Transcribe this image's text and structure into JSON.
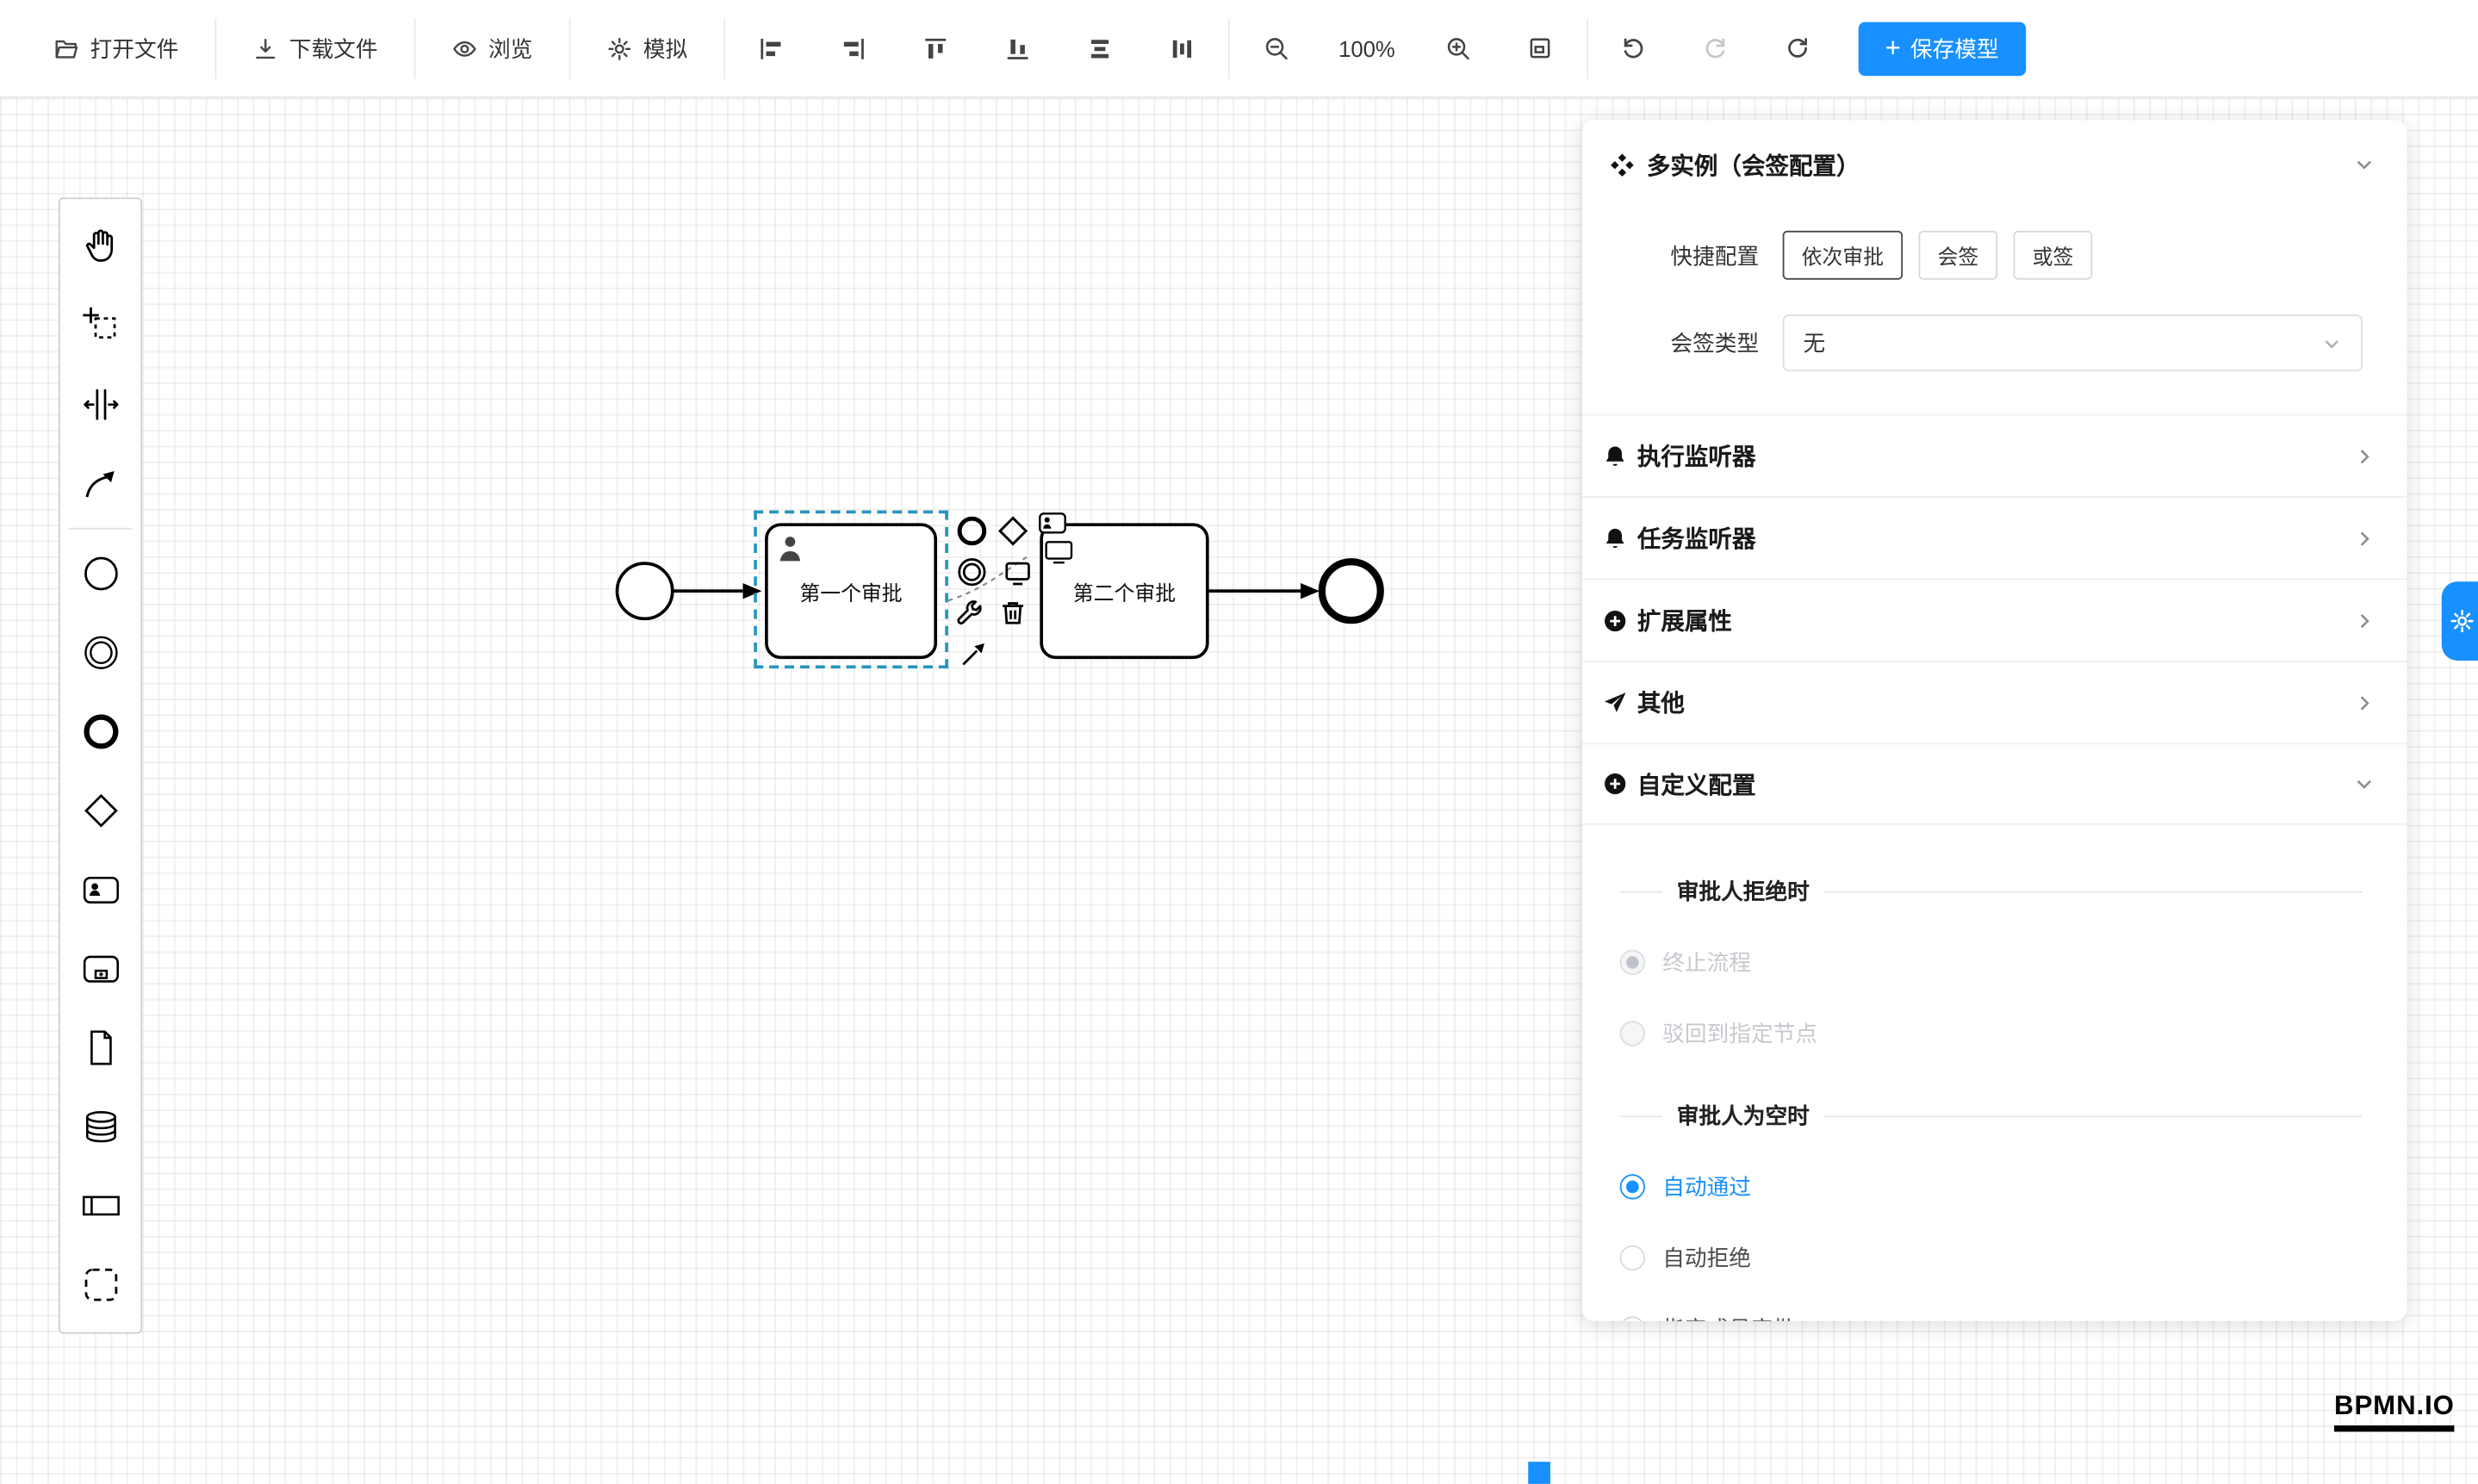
{
  "app": {
    "watermark": "BPMN.IO"
  },
  "colors": {
    "accent": "#1890ff",
    "selection": "#2596be",
    "grid": "#ececec"
  },
  "toolbar": {
    "open_file": "打开文件",
    "download_file": "下载文件",
    "preview": "浏览",
    "simulate": "模拟",
    "zoom_level": "100%",
    "save_plus": "+",
    "save_model": "保存模型",
    "icons": [
      "folder-open",
      "download",
      "eye",
      "gear",
      "align-left",
      "align-right",
      "align-top",
      "align-bottom",
      "distribute-rows",
      "distribute-columns",
      "zoom-out",
      "zoom-in",
      "fit-viewport",
      "undo",
      "redo",
      "refresh"
    ]
  },
  "palette": {
    "items": [
      "hand-tool",
      "lasso-tool",
      "space-tool",
      "global-connect-tool",
      "create-start-event",
      "create-intermediate-event",
      "create-end-event",
      "create-gateway",
      "create-user-task",
      "create-subprocess",
      "create-data-object",
      "create-data-store",
      "create-participant",
      "create-group"
    ]
  },
  "diagram": {
    "task1": "第一个审批",
    "task2": "第二个审批"
  },
  "panel": {
    "title": "多实例（会签配置）",
    "quick_label": "快捷配置",
    "quick_options": [
      "依次审批",
      "会签",
      "或签"
    ],
    "sign_type_label": "会签类型",
    "sign_type_value": "无",
    "sections": [
      {
        "label": "执行监听器",
        "icon": "bell"
      },
      {
        "label": "任务监听器",
        "icon": "bell"
      },
      {
        "label": "扩展属性",
        "icon": "plus-circle"
      },
      {
        "label": "其他",
        "icon": "send"
      },
      {
        "label": "自定义配置",
        "icon": "plus-circle"
      }
    ],
    "reject_title": "审批人拒绝时",
    "reject_options": [
      {
        "label": "终止流程",
        "checked": true,
        "disabled": true
      },
      {
        "label": "驳回到指定节点",
        "checked": false,
        "disabled": true
      }
    ],
    "empty_title": "审批人为空时",
    "empty_options": [
      {
        "label": "自动通过",
        "checked": true
      },
      {
        "label": "自动拒绝",
        "checked": false
      },
      {
        "label": "指定成员审批",
        "checked": false
      }
    ]
  }
}
